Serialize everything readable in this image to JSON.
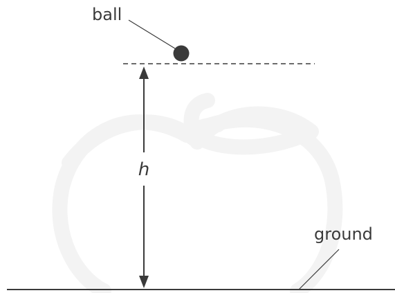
{
  "labels": {
    "ball": "ball",
    "height": "h",
    "ground": "ground"
  },
  "colors": {
    "ink": "#3a3a3a",
    "watermark": "#f3f3f3"
  },
  "watermark": {
    "icon": "apple-outline-logo"
  }
}
